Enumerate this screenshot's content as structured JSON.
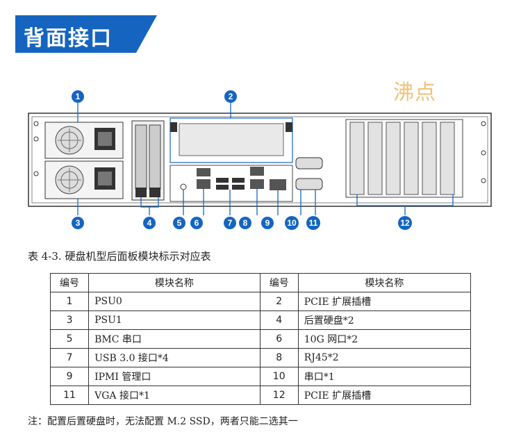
{
  "banner": {
    "title": "背面接口",
    "color": "#1565c0"
  },
  "watermark": "沸点",
  "callouts": [
    "1",
    "2",
    "3",
    "4",
    "5",
    "6",
    "7",
    "8",
    "9",
    "10",
    "11",
    "12"
  ],
  "caption": "表 4-3. 硬盘机型后面板模块标示对应表",
  "table": {
    "headers": [
      "编号",
      "模块名称",
      "编号",
      "模块名称"
    ],
    "rows": [
      [
        "1",
        "PSU0",
        "2",
        "PCIE 扩展插槽"
      ],
      [
        "3",
        "PSU1",
        "4",
        "后置硬盘*2"
      ],
      [
        "5",
        "BMC 串口",
        "6",
        "10G 网口*2"
      ],
      [
        "7",
        "USB 3.0 接口*4",
        "8",
        "RJ45*2"
      ],
      [
        "9",
        "IPMI 管理口",
        "10",
        "串口*1"
      ],
      [
        "11",
        "VGA 接口*1",
        "12",
        "PCIE 扩展插槽"
      ]
    ]
  },
  "note": "注：配置后置硬盘时，无法配置 M.2 SSD，两者只能二选其一"
}
